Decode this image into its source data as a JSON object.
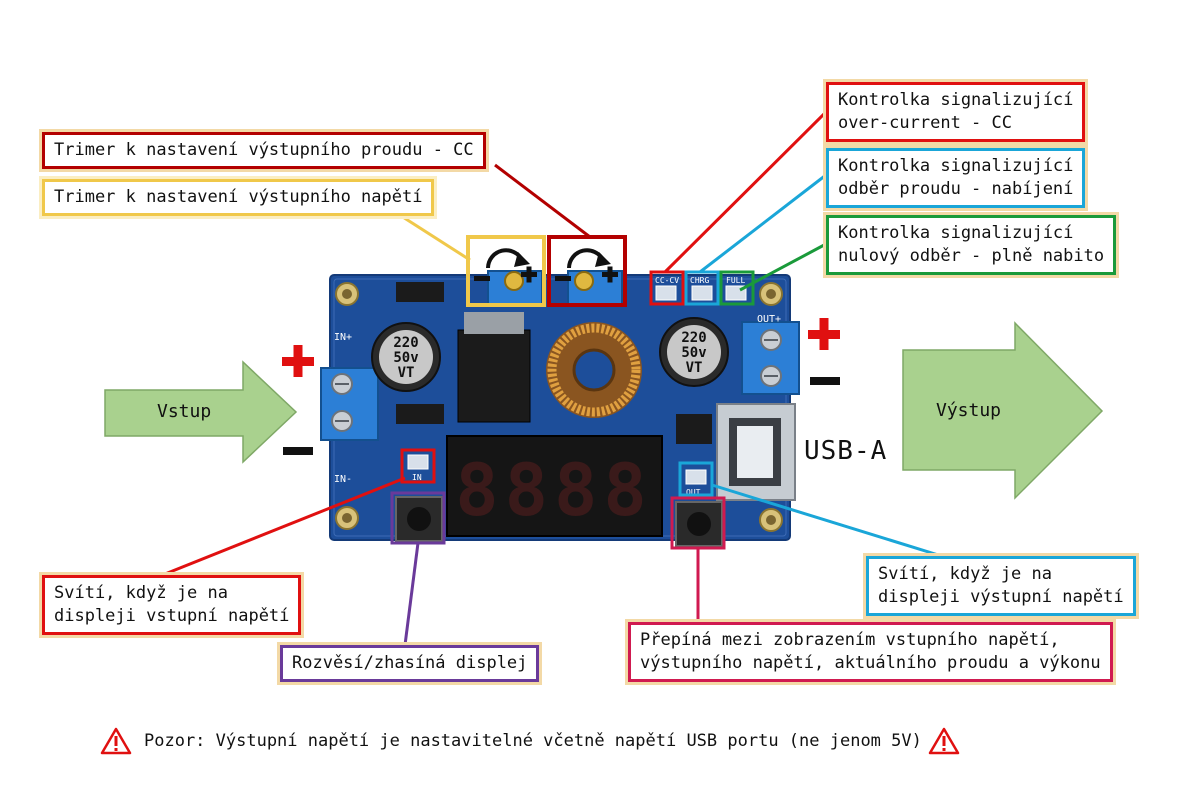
{
  "labels": {
    "trimmer_current": "Trimer k nastavení výstupního proudu - CC",
    "trimmer_voltage": "Trimer k nastavení výstupního napětí",
    "led_cc_line1": "Kontrolka signalizující",
    "led_cc_line2": "over-current - CC",
    "led_charging_line1": "Kontrolka signalizující",
    "led_charging_line2": "odběr proudu - nabíjení",
    "led_full_line1": "Kontrolka signalizující",
    "led_full_line2": "nulový odběr - plně nabito",
    "led_in_line1": "Svítí, když je na",
    "led_in_line2": "displeji vstupní napětí",
    "button_display": "Rozvěsí/zhasíná displej",
    "led_out_line1": "Svítí, když je na",
    "led_out_line2": "displeji výstupní napětí",
    "button_switch_line1": "Přepíná mezi zobrazením vstupního napětí,",
    "button_switch_line2": "výstupního napětí, aktuálního proudu a výkonu"
  },
  "arrows": {
    "input": "Vstup",
    "output": "Výstup"
  },
  "usb_label": "USB-A",
  "warning": "Pozor: Výstupní napětí je nastavitelné včetně napětí USB portu (ne jenom 5V)",
  "board": {
    "cap_text_1": "220",
    "cap_text_2": "50v",
    "cap_text_3": "VT",
    "silk_in_plus": "IN+",
    "silk_in_minus": "IN-",
    "silk_out_plus": "OUT+",
    "silk_led_cc": "CC-CV",
    "silk_led_chrg": "CHRG",
    "silk_led_full": "FULL",
    "silk_led_in": "IN",
    "silk_led_out": "OUT",
    "display_digits": "8888"
  },
  "colors": {
    "pcb": "#1d4e9a",
    "arrow_fill": "#a9d18e",
    "plus_sign": "#e01010",
    "minus_sign": "#111111"
  }
}
